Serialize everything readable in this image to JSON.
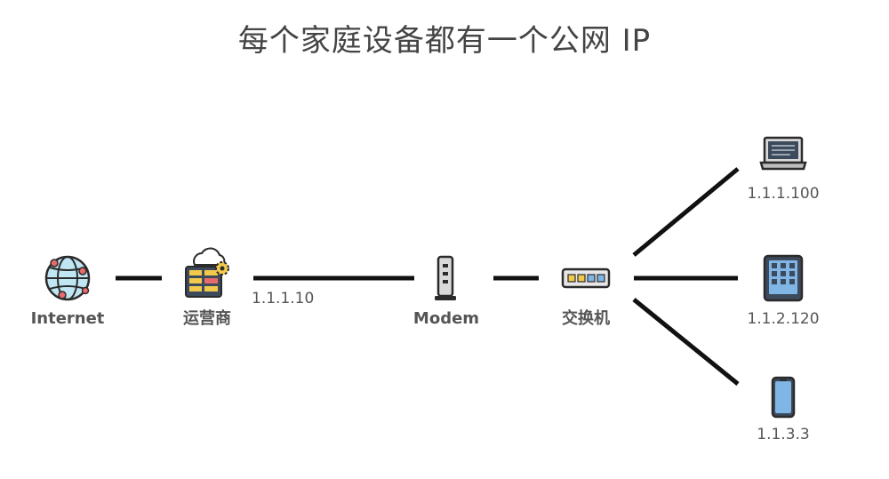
{
  "title": "每个家庭设备都有一个公网 IP",
  "nodes": {
    "internet": {
      "label": "Internet",
      "icon": "globe-network-icon"
    },
    "isp": {
      "label": "运营商",
      "icon": "server-cloud-gear-icon",
      "ip": "1.1.1.10"
    },
    "modem": {
      "label": "Modem",
      "icon": "modem-icon"
    },
    "switch": {
      "label": "交换机",
      "icon": "network-switch-icon"
    },
    "laptop": {
      "icon": "laptop-icon",
      "ip": "1.1.1.100"
    },
    "tablet": {
      "icon": "tablet-icon",
      "ip": "1.1.2.120"
    },
    "phone": {
      "icon": "smartphone-icon",
      "ip": "1.1.3.3"
    }
  },
  "links": [
    {
      "from": "internet",
      "to": "isp"
    },
    {
      "from": "isp",
      "to": "modem"
    },
    {
      "from": "modem",
      "to": "switch"
    },
    {
      "from": "switch",
      "to": "laptop"
    },
    {
      "from": "switch",
      "to": "tablet"
    },
    {
      "from": "switch",
      "to": "phone"
    }
  ],
  "colors": {
    "line": "#111111",
    "icon_outline": "#2b2b2b",
    "globe_fill": "#bfe6f2",
    "server_fill": "#f2c94c",
    "screen_blue": "#7fb6e6",
    "text": "#555555"
  }
}
